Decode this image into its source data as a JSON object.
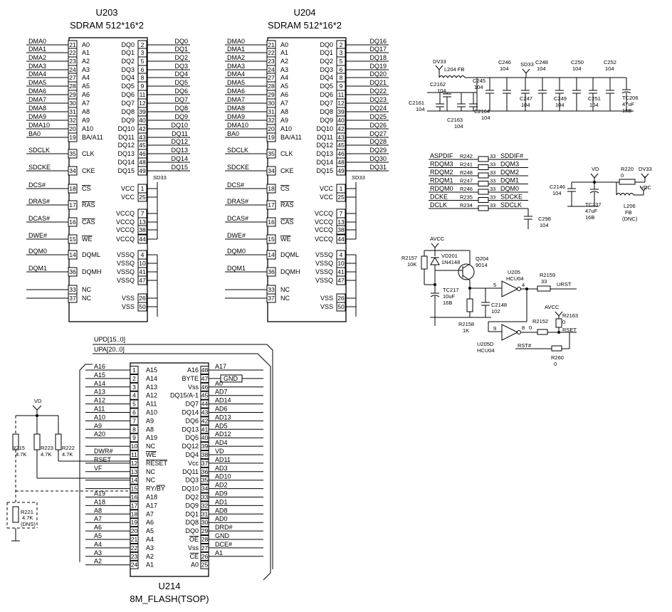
{
  "u203": {
    "ref": "U203",
    "title": "SDRAM 512*16*2",
    "left": [
      {
        "sig": "DMA0",
        "pin": "21",
        "name": "A0"
      },
      {
        "sig": "DMA1",
        "pin": "22",
        "name": "A1"
      },
      {
        "sig": "DMA2",
        "pin": "23",
        "name": "A2"
      },
      {
        "sig": "DMA3",
        "pin": "24",
        "name": "A3"
      },
      {
        "sig": "DMA4",
        "pin": "27",
        "name": "A4"
      },
      {
        "sig": "DMA5",
        "pin": "28",
        "name": "A5"
      },
      {
        "sig": "DMA6",
        "pin": "29",
        "name": "A6"
      },
      {
        "sig": "DMA7",
        "pin": "30",
        "name": "A7"
      },
      {
        "sig": "DMA8",
        "pin": "31",
        "name": "A8"
      },
      {
        "sig": "DMA9",
        "pin": "32",
        "name": "A9"
      },
      {
        "sig": "DMA10",
        "pin": "20",
        "name": "A10"
      },
      {
        "sig": "BA0",
        "pin": "19",
        "name": "BA/A11"
      },
      {
        "sig": "SDCLK",
        "pin": "35",
        "name": "CLK"
      },
      {
        "sig": "SDCKE",
        "pin": "34",
        "name": "CKE"
      },
      {
        "sig": "DCS#",
        "pin": "18",
        "name": "CS"
      },
      {
        "sig": "DRAS#",
        "pin": "17",
        "name": "RAS"
      },
      {
        "sig": "DCAS#",
        "pin": "16",
        "name": "CAS"
      },
      {
        "sig": "DWE#",
        "pin": "15",
        "name": "WE"
      },
      {
        "sig": "DQM0",
        "pin": "14",
        "name": "DQML"
      },
      {
        "sig": "DQM1",
        "pin": "36",
        "name": "DQMH"
      },
      {
        "sig": "",
        "pin": "33",
        "name": "NC"
      },
      {
        "sig": "",
        "pin": "37",
        "name": "NC"
      }
    ],
    "right": [
      {
        "sig": "DQ0",
        "pin": "2",
        "name": "DQ0"
      },
      {
        "sig": "DQ1",
        "pin": "3",
        "name": "DQ1"
      },
      {
        "sig": "DQ2",
        "pin": "5",
        "name": "DQ2"
      },
      {
        "sig": "DQ3",
        "pin": "6",
        "name": "DQ3"
      },
      {
        "sig": "DQ4",
        "pin": "8",
        "name": "DQ4"
      },
      {
        "sig": "DQ5",
        "pin": "9",
        "name": "DQ5"
      },
      {
        "sig": "DQ6",
        "pin": "11",
        "name": "DQ6"
      },
      {
        "sig": "DQ7",
        "pin": "12",
        "name": "DQ7"
      },
      {
        "sig": "DQ8",
        "pin": "39",
        "name": "DQ8"
      },
      {
        "sig": "DQ9",
        "pin": "40",
        "name": "DQ9"
      },
      {
        "sig": "DQ10",
        "pin": "42",
        "name": "DQ10"
      },
      {
        "sig": "DQ11",
        "pin": "43",
        "name": "DQ11"
      },
      {
        "sig": "DQ12",
        "pin": "45",
        "name": "DQ12"
      },
      {
        "sig": "DQ13",
        "pin": "46",
        "name": "DQ13"
      },
      {
        "sig": "DQ14",
        "pin": "48",
        "name": "DQ14"
      },
      {
        "sig": "DQ15",
        "pin": "49",
        "name": "DQ15"
      },
      {
        "sig": "",
        "pin": "1",
        "name": "VCC"
      },
      {
        "sig": "",
        "pin": "25",
        "name": "VCC"
      },
      {
        "sig": "",
        "pin": "7",
        "name": "VCCQ"
      },
      {
        "sig": "",
        "pin": "13",
        "name": "VCCQ"
      },
      {
        "sig": "",
        "pin": "38",
        "name": "VCCQ"
      },
      {
        "sig": "",
        "pin": "44",
        "name": "VCCQ"
      },
      {
        "sig": "",
        "pin": "4",
        "name": "VSSQ"
      },
      {
        "sig": "",
        "pin": "10",
        "name": "VSSQ"
      },
      {
        "sig": "",
        "pin": "41",
        "name": "VSSQ"
      },
      {
        "sig": "",
        "pin": "47",
        "name": "VSSQ"
      },
      {
        "sig": "",
        "pin": "26",
        "name": "VSS"
      },
      {
        "sig": "",
        "pin": "50",
        "name": "VSS"
      }
    ],
    "power_label": "SD33"
  },
  "u204": {
    "ref": "U204",
    "title": "SDRAM 512*16*2",
    "left": [
      {
        "sig": "DMA0",
        "pin": "21",
        "name": "A0"
      },
      {
        "sig": "DMA1",
        "pin": "22",
        "name": "A1"
      },
      {
        "sig": "DMA2",
        "pin": "23",
        "name": "A2"
      },
      {
        "sig": "DMA3",
        "pin": "24",
        "name": "A3"
      },
      {
        "sig": "DMA4",
        "pin": "27",
        "name": "A4"
      },
      {
        "sig": "DMA5",
        "pin": "28",
        "name": "A5"
      },
      {
        "sig": "DMA6",
        "pin": "29",
        "name": "A6"
      },
      {
        "sig": "DMA7",
        "pin": "30",
        "name": "A7"
      },
      {
        "sig": "DMA8",
        "pin": "31",
        "name": "A8"
      },
      {
        "sig": "DMA9",
        "pin": "32",
        "name": "A9"
      },
      {
        "sig": "DMA10",
        "pin": "20",
        "name": "A10"
      },
      {
        "sig": "BA0",
        "pin": "19",
        "name": "BA/A11"
      },
      {
        "sig": "SDCLK",
        "pin": "35",
        "name": "CLK"
      },
      {
        "sig": "SDCKE",
        "pin": "34",
        "name": "CKE"
      },
      {
        "sig": "DCS#",
        "pin": "18",
        "name": "CS"
      },
      {
        "sig": "DRAS#",
        "pin": "17",
        "name": "RAS"
      },
      {
        "sig": "DCAS#",
        "pin": "16",
        "name": "CAS"
      },
      {
        "sig": "DWE#",
        "pin": "15",
        "name": "WE"
      },
      {
        "sig": "DQM0",
        "pin": "14",
        "name": "DQML"
      },
      {
        "sig": "DQM1",
        "pin": "36",
        "name": "DQMH"
      },
      {
        "sig": "",
        "pin": "33",
        "name": "NC"
      },
      {
        "sig": "",
        "pin": "37",
        "name": "NC"
      }
    ],
    "right": [
      {
        "sig": "DQ16",
        "pin": "2",
        "name": "DQ0"
      },
      {
        "sig": "DQ17",
        "pin": "3",
        "name": "DQ1"
      },
      {
        "sig": "DQ18",
        "pin": "5",
        "name": "DQ2"
      },
      {
        "sig": "DQ19",
        "pin": "6",
        "name": "DQ3"
      },
      {
        "sig": "DQ20",
        "pin": "8",
        "name": "DQ4"
      },
      {
        "sig": "DQ21",
        "pin": "9",
        "name": "DQ5"
      },
      {
        "sig": "DQ22",
        "pin": "11",
        "name": "DQ6"
      },
      {
        "sig": "DQ23",
        "pin": "12",
        "name": "DQ7"
      },
      {
        "sig": "DQ24",
        "pin": "39",
        "name": "DQ8"
      },
      {
        "sig": "DQ25",
        "pin": "40",
        "name": "DQ9"
      },
      {
        "sig": "DQ26",
        "pin": "42",
        "name": "DQ10"
      },
      {
        "sig": "DQ27",
        "pin": "43",
        "name": "DQ11"
      },
      {
        "sig": "DQ28",
        "pin": "45",
        "name": "DQ12"
      },
      {
        "sig": "DQ29",
        "pin": "46",
        "name": "DQ13"
      },
      {
        "sig": "DQ30",
        "pin": "48",
        "name": "DQ14"
      },
      {
        "sig": "DQ31",
        "pin": "49",
        "name": "DQ15"
      },
      {
        "sig": "",
        "pin": "1",
        "name": "VCC"
      },
      {
        "sig": "",
        "pin": "25",
        "name": "VCC"
      },
      {
        "sig": "",
        "pin": "7",
        "name": "VCCQ"
      },
      {
        "sig": "",
        "pin": "13",
        "name": "VCCQ"
      },
      {
        "sig": "",
        "pin": "38",
        "name": "VCCQ"
      },
      {
        "sig": "",
        "pin": "44",
        "name": "VCCQ"
      },
      {
        "sig": "",
        "pin": "4",
        "name": "VSSQ"
      },
      {
        "sig": "",
        "pin": "10",
        "name": "VSSQ"
      },
      {
        "sig": "",
        "pin": "41",
        "name": "VSSQ"
      },
      {
        "sig": "",
        "pin": "47",
        "name": "VSSQ"
      },
      {
        "sig": "",
        "pin": "26",
        "name": "VSS"
      },
      {
        "sig": "",
        "pin": "50",
        "name": "VSS"
      }
    ],
    "power_label": "SD33"
  },
  "u214": {
    "ref": "U214",
    "title": "8M_FLASH(TSOP)",
    "bus1": "UPD[15..0]",
    "bus2": "UPA[20..0]",
    "left": [
      {
        "sig": "A16",
        "pin": "1",
        "name": "A15"
      },
      {
        "sig": "A15",
        "pin": "2",
        "name": "A14"
      },
      {
        "sig": "A14",
        "pin": "3",
        "name": "A13"
      },
      {
        "sig": "A13",
        "pin": "4",
        "name": "A12"
      },
      {
        "sig": "A12",
        "pin": "5",
        "name": "A11"
      },
      {
        "sig": "A11",
        "pin": "6",
        "name": "A10"
      },
      {
        "sig": "A10",
        "pin": "7",
        "name": "A9"
      },
      {
        "sig": "A9",
        "pin": "8",
        "name": "A8"
      },
      {
        "sig": "A20",
        "pin": "9",
        "name": "A19"
      },
      {
        "sig": "",
        "pin": "10",
        "name": "NC"
      },
      {
        "sig": "DWR#",
        "pin": "11",
        "name": "WE"
      },
      {
        "sig": "RSET",
        "pin": "12",
        "name": "RESET"
      },
      {
        "sig": "VF",
        "pin": "13",
        "name": "NC"
      },
      {
        "sig": "",
        "pin": "14",
        "name": "NC"
      },
      {
        "sig": "",
        "pin": "15",
        "name": "RY/BY"
      },
      {
        "sig": "A19",
        "pin": "16",
        "name": "A18"
      },
      {
        "sig": "A18",
        "pin": "17",
        "name": "A17"
      },
      {
        "sig": "A8",
        "pin": "18",
        "name": "A7"
      },
      {
        "sig": "A7",
        "pin": "19",
        "name": "A6"
      },
      {
        "sig": "A6",
        "pin": "20",
        "name": "A5"
      },
      {
        "sig": "A5",
        "pin": "21",
        "name": "A4"
      },
      {
        "sig": "A4",
        "pin": "22",
        "name": "A3"
      },
      {
        "sig": "A3",
        "pin": "23",
        "name": "A2"
      },
      {
        "sig": "A2",
        "pin": "24",
        "name": "A1"
      }
    ],
    "right": [
      {
        "sig": "A17",
        "pin": "48",
        "name": "A16"
      },
      {
        "sig": "GND",
        "pin": "47",
        "name": "BYTE"
      },
      {
        "sig": "A0",
        "pin": "46",
        "name": "Vss"
      },
      {
        "sig": "AD7",
        "pin": "45",
        "name": "DQ15/A-1"
      },
      {
        "sig": "AD14",
        "pin": "44",
        "name": "DQ7"
      },
      {
        "sig": "AD6",
        "pin": "43",
        "name": "DQ14"
      },
      {
        "sig": "AD13",
        "pin": "42",
        "name": "DQ6"
      },
      {
        "sig": "AD5",
        "pin": "41",
        "name": "DQ13"
      },
      {
        "sig": "AD12",
        "pin": "40",
        "name": "DQ5"
      },
      {
        "sig": "AD4",
        "pin": "39",
        "name": "DQ12"
      },
      {
        "sig": "VD",
        "pin": "38",
        "name": "DQ4"
      },
      {
        "sig": "AD11",
        "pin": "37",
        "name": "Vcc"
      },
      {
        "sig": "AD3",
        "pin": "36",
        "name": "DQ11"
      },
      {
        "sig": "AD10",
        "pin": "35",
        "name": "DQ3"
      },
      {
        "sig": "AD2",
        "pin": "34",
        "name": "DQ10"
      },
      {
        "sig": "AD9",
        "pin": "33",
        "name": "DQ2"
      },
      {
        "sig": "AD1",
        "pin": "32",
        "name": "DQ9"
      },
      {
        "sig": "AD8",
        "pin": "31",
        "name": "DQ1"
      },
      {
        "sig": "AD0",
        "pin": "30",
        "name": "DQ8"
      },
      {
        "sig": "DRD#",
        "pin": "29",
        "name": "DQ0"
      },
      {
        "sig": "GND",
        "pin": "28",
        "name": "OE"
      },
      {
        "sig": "DCE#",
        "pin": "27",
        "name": "Vss"
      },
      {
        "sig": "A1",
        "pin": "26",
        "name": "CE"
      },
      {
        "sig": "",
        "pin": "25",
        "name": "A0"
      }
    ]
  },
  "pullups": {
    "net": "VD",
    "r1": {
      "ref": "R215",
      "val": "4.7K"
    },
    "r2": {
      "ref": "R223",
      "val": "4.7K"
    },
    "r3": {
      "ref": "R222",
      "val": "4.7K"
    },
    "r4": {
      "ref": "R221",
      "val": "4.7K",
      "note": "(DNS)"
    }
  },
  "sd_power": {
    "in_net": "DV33",
    "ferrite": "L204 FB",
    "out_net": "SD33",
    "caps": [
      {
        "ref": "C246",
        "val": "104"
      },
      {
        "ref": "C248",
        "val": "104"
      },
      {
        "ref": "C250",
        "val": "104"
      },
      {
        "ref": "C252",
        "val": "104"
      },
      {
        "ref": "C245",
        "val": "104"
      },
      {
        "ref": "C247",
        "val": "104"
      },
      {
        "ref": "C249",
        "val": "104"
      },
      {
        "ref": "C251",
        "val": "104"
      },
      {
        "ref": "C2162",
        "val": "104"
      },
      {
        "ref": "C2161",
        "val": "104"
      },
      {
        "ref": "C2163",
        "val": "104"
      },
      {
        "ref": "C2164",
        "val": "104"
      }
    ],
    "tc": {
      "ref": "TC206",
      "val": "47uF",
      "volt": "16B"
    }
  },
  "res_array": {
    "rows": [
      {
        "in": "ASPDIF",
        "ref": "R242",
        "val": "33",
        "out": "SDDIF#"
      },
      {
        "in": "RDQM3",
        "ref": "R241",
        "val": "33",
        "out": "DQM3"
      },
      {
        "in": "RDQM2",
        "ref": "R248",
        "val": "33",
        "out": "DQM2"
      },
      {
        "in": "RDQM1",
        "ref": "R247",
        "val": "33",
        "out": "DQM1"
      },
      {
        "in": "RDQM0",
        "ref": "R246",
        "val": "33",
        "out": "DQM0"
      },
      {
        "in": "DCKE",
        "ref": "R235",
        "val": "33",
        "out": "SDCKE"
      },
      {
        "in": "DCLK",
        "ref": "R234",
        "val": "33",
        "out": "SDCLK"
      }
    ],
    "cap": {
      "ref": "C298",
      "val": "104"
    }
  },
  "vcc_filter": {
    "vd": "VD",
    "dv33": "DV33",
    "vcc": "VCC",
    "r": {
      "ref": "R220",
      "val": "0"
    },
    "c": {
      "ref": "C2146",
      "val": "104"
    },
    "tc": {
      "ref": "TC237",
      "val": "47uF",
      "volt": "16B"
    },
    "l": {
      "ref": "L206",
      "val": "FB",
      "note": "(DNC)"
    }
  },
  "reset": {
    "avcc": "AVCC",
    "r2157": {
      "ref": "R2157",
      "val": "10K"
    },
    "vd201": {
      "ref": "VD201",
      "val": "1N4148"
    },
    "q204": {
      "ref": "Q204",
      "val": "9014"
    },
    "tc217": {
      "ref": "TC217",
      "val": "10uF",
      "volt": "16B"
    },
    "r2158": {
      "ref": "R2158",
      "val": "1K"
    },
    "c2148": {
      "ref": "C2148",
      "val": "102"
    },
    "u205": {
      "ref": "U205",
      "val": "HCU04",
      "pin_in": "5",
      "pin_out": "4"
    },
    "u205d": {
      "ref": "U205D",
      "val": "HCU04",
      "pin_in": "9",
      "pin_out": "8"
    },
    "r2159": {
      "ref": "R2159",
      "val": "33"
    },
    "urst": "URST",
    "avcc2": "AVCC",
    "r2163": {
      "ref": "R2163",
      "val": "0"
    },
    "r2152": {
      "ref": "R2152",
      "val": "0"
    },
    "rset": "RSET",
    "rst": "RST#",
    "r260": {
      "ref": "R260",
      "val": "0"
    }
  }
}
